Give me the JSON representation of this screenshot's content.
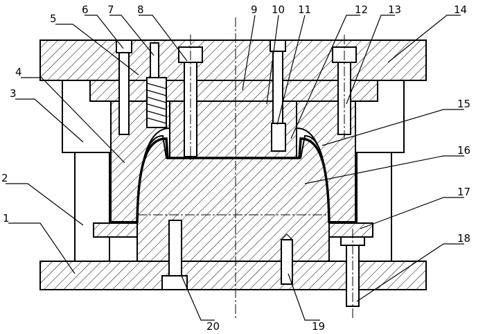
{
  "diagram": {
    "part_labels": [
      {
        "id": "p1",
        "text": "1"
      },
      {
        "id": "p2",
        "text": "2"
      },
      {
        "id": "p3",
        "text": "3"
      },
      {
        "id": "p4",
        "text": "4"
      },
      {
        "id": "p5",
        "text": "5"
      },
      {
        "id": "p6",
        "text": "6"
      },
      {
        "id": "p7",
        "text": "7"
      },
      {
        "id": "p8",
        "text": "8"
      },
      {
        "id": "p9",
        "text": "9"
      },
      {
        "id": "p10",
        "text": "10"
      },
      {
        "id": "p11",
        "text": "11"
      },
      {
        "id": "p12",
        "text": "12"
      },
      {
        "id": "p13",
        "text": "13"
      },
      {
        "id": "p14",
        "text": "14"
      },
      {
        "id": "p15",
        "text": "15"
      },
      {
        "id": "p16",
        "text": "16"
      },
      {
        "id": "p17",
        "text": "17"
      },
      {
        "id": "p18",
        "text": "18"
      },
      {
        "id": "p19",
        "text": "19"
      },
      {
        "id": "p20",
        "text": "20"
      }
    ]
  }
}
